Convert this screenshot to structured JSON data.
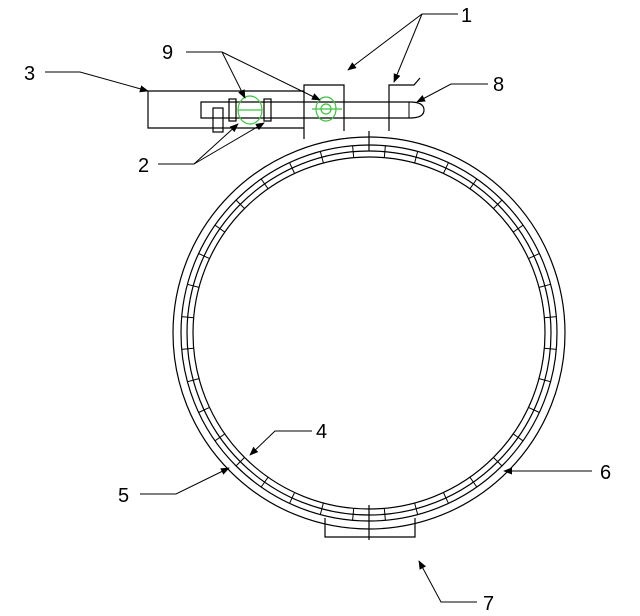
{
  "diagram": {
    "labels": {
      "l1": "1",
      "l2": "2",
      "l3": "3",
      "l4": "4",
      "l5": "5",
      "l6": "6",
      "l7": "7",
      "l8": "8",
      "l9": "9"
    },
    "colors": {
      "line": "#000000",
      "highlight": "#3cc43c",
      "background": "#ffffff"
    }
  }
}
